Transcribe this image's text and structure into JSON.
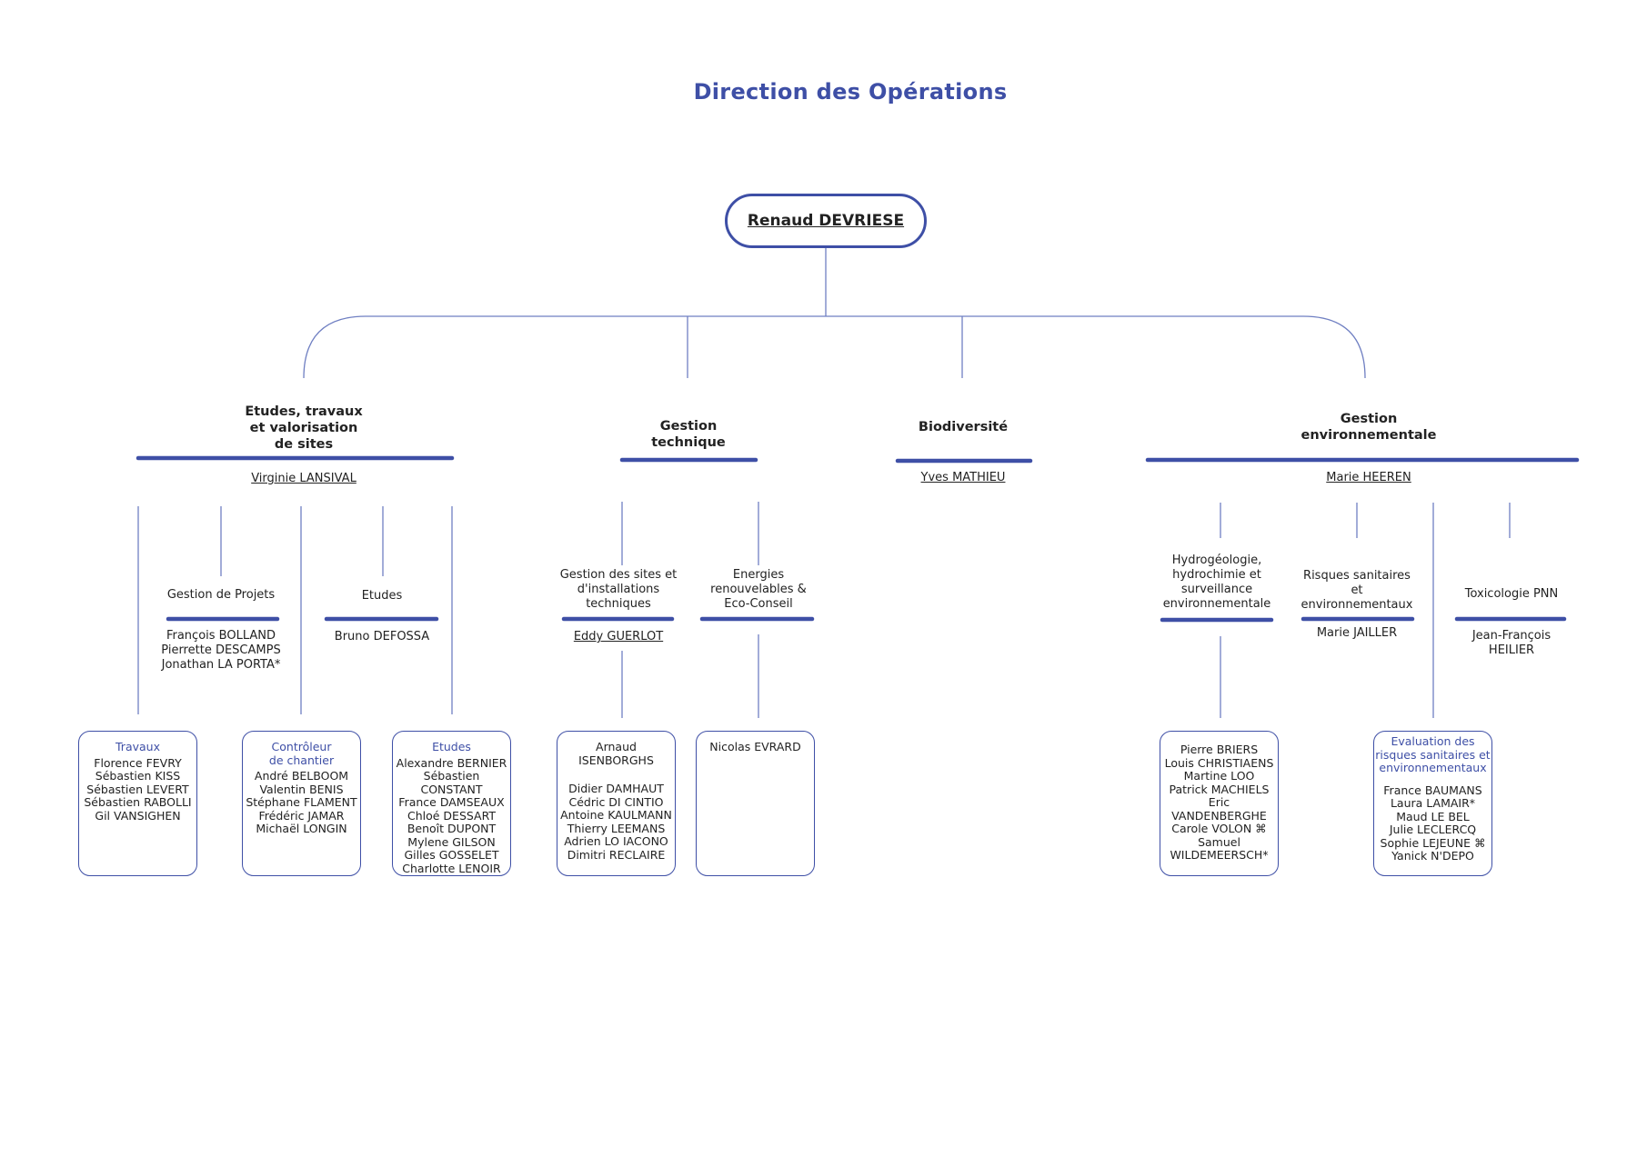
{
  "title": "Direction des Opérations",
  "director": "Renaud DEVRIESE",
  "colors": {
    "accent": "#3e4fa6",
    "line": "#6f7fc2"
  },
  "departments": [
    {
      "name": "Etudes, travaux\net valorisation\nde sites",
      "head": "Virginie LANSIVAL"
    },
    {
      "name": "Gestion\ntechnique",
      "head": ""
    },
    {
      "name": "Biodiversité",
      "head": "Yves MATHIEU"
    },
    {
      "name": "Gestion\nenvironnementale",
      "head": "Marie HEEREN"
    }
  ],
  "subunits": {
    "gestion_projets": {
      "name": "Gestion de Projets",
      "people": "François BOLLAND\nPierrette DESCAMPS\nJonathan LA PORTA*"
    },
    "etudes": {
      "name": "Etudes",
      "people": "Bruno DEFOSSA"
    },
    "gestion_sites": {
      "name": "Gestion des sites et\nd'installations\ntechniques",
      "head": "Eddy GUERLOT"
    },
    "energies": {
      "name": "Energies\nrenouvelables &\nEco-Conseil"
    },
    "hydro": {
      "name": "Hydrogéologie,\nhydrochimie et\nsurveillance\nenvironnementale"
    },
    "risques": {
      "name": "Risques sanitaires\net\nenvironnementaux",
      "people": "Marie JAILLER"
    },
    "toxico": {
      "name": "Toxicologie PNN",
      "people": "Jean-François\nHEILIER"
    }
  },
  "teams": {
    "travaux": {
      "title": "Travaux",
      "members": "Florence FEVRY\nSébastien KISS\nSébastien LEVERT\nSébastien RABOLLI\nGil VANSIGHEN"
    },
    "controleur": {
      "title": "Contrôleur\nde chantier",
      "members": "André BELBOOM\nValentin BENIS\nStéphane FLAMENT\nFrédéric JAMAR\nMichaël LONGIN"
    },
    "etudes": {
      "title": "Etudes",
      "members": "Alexandre BERNIER\nSébastien CONSTANT\nFrance DAMSEAUX\nChloé DESSART\nBenoît DUPONT\nMylene GILSON\nGilles GOSSELET\nCharlotte LENOIR"
    },
    "gestion_sites": {
      "title": "Arnaud ISENBORGHS",
      "members": "Didier DAMHAUT\nCédric DI CINTIO\nAntoine KAULMANN\nThierry LEEMANS\nAdrien LO IACONO\nDimitri RECLAIRE"
    },
    "energies": {
      "title": "Nicolas EVRARD",
      "members": ""
    },
    "hydro": {
      "title": "",
      "members": "Pierre BRIERS\nLouis CHRISTIAENS\nMartine LOO\nPatrick MACHIELS\nEric VANDENBERGHE\nCarole VOLON ⌘\nSamuel\nWILDEMEERSCH*"
    },
    "evaluation": {
      "title": "Evaluation des\nrisques sanitaires et\nenvironnementaux",
      "members": "France BAUMANS\nLaura LAMAIR*\nMaud LE BEL\nJulie LECLERCQ\nSophie LEJEUNE ⌘\nYanick N'DEPO"
    }
  }
}
